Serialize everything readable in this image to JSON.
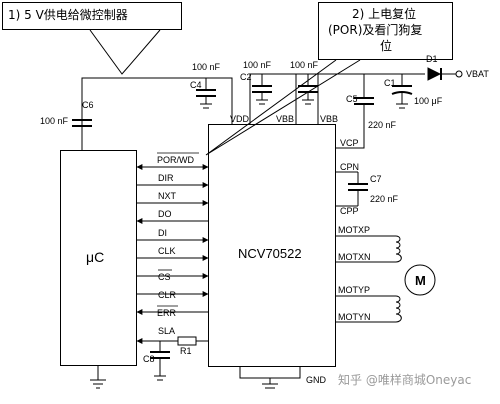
{
  "callout1": {
    "text": "1) 5 V供电给微控制器"
  },
  "callout2": {
    "lines": [
      "2) 上电复位",
      "(POR)及看门狗复",
      "位"
    ]
  },
  "mcu": {
    "label": "μC"
  },
  "chip": {
    "label": "NCV70522"
  },
  "signals": [
    "POR/WD",
    "DIR",
    "NXT",
    "DO",
    "DI",
    "CLK",
    "CS",
    "CLR",
    "ERR",
    "SLA"
  ],
  "top_pins": [
    "VDD",
    "VBB",
    "VBB"
  ],
  "right_pins": [
    "VCP",
    "CPN",
    "CPP",
    "MOTXP",
    "MOTXN",
    "MOTYP",
    "MOTYN"
  ],
  "bottom_pin": "GND",
  "components": {
    "c6": "C6",
    "c6_value": "100 nF",
    "c4": "C4",
    "c4_value": "100 nF",
    "c2": "C2",
    "c2_value": "100 nF",
    "c3_value": "100 nF",
    "c5": "C5",
    "c5_value": "220 nF",
    "c1": "C1",
    "c1_value": "100 μF",
    "c7": "C7",
    "c7_value": "220 nF",
    "c8": "C8",
    "r1": "R1",
    "d1": "D1",
    "vbat": "VBAT",
    "motor": "M"
  },
  "watermark": "知乎 @唯样商城Oneyac",
  "colors": {
    "line": "#000000",
    "watermark": "#9a9a9a"
  }
}
